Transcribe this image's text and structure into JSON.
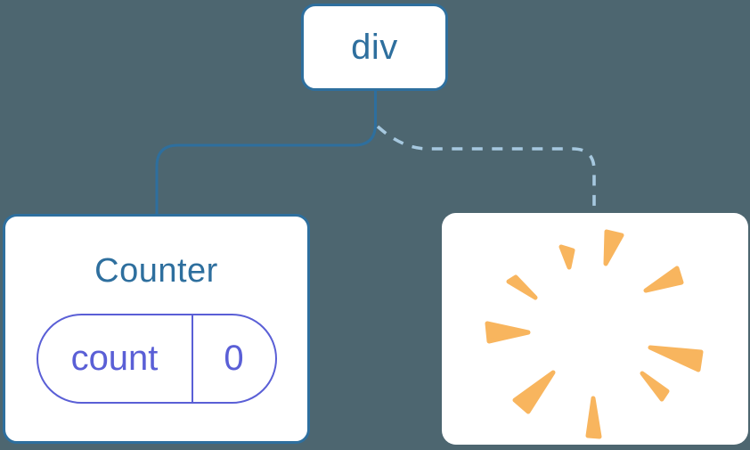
{
  "tree": {
    "root_node": {
      "label": "div"
    },
    "counter_card": {
      "title": "Counter",
      "state_pill": {
        "key": "count",
        "value": "0"
      }
    },
    "removed_card": {
      "icon": "poof-sparkle-icon"
    }
  },
  "colors": {
    "background": "#4D6670",
    "node_blue": "#2E6F9E",
    "dashed_blue": "#A6C8DF",
    "state_indigo": "#5A5FD6",
    "poof_orange": "#F8B55E",
    "card_white": "#FFFFFF"
  }
}
